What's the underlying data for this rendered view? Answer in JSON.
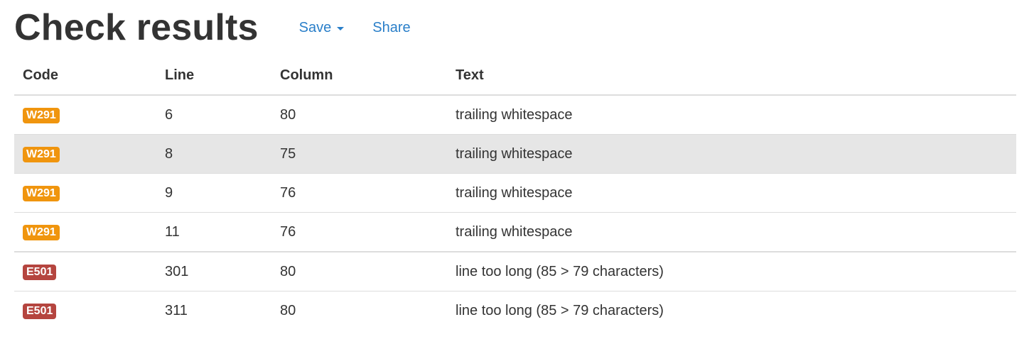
{
  "header": {
    "title": "Check results",
    "save_label": "Save",
    "share_label": "Share"
  },
  "colors": {
    "warning": "#f0950e",
    "error": "#b5453f",
    "link": "#2a7fc9",
    "highlight_row": "#e6e6e6"
  },
  "table": {
    "columns": [
      "Code",
      "Line",
      "Column",
      "Text"
    ],
    "rows": [
      {
        "code": "W291",
        "severity": "warning",
        "line": "6",
        "column": "80",
        "text": "trailing whitespace"
      },
      {
        "code": "W291",
        "severity": "warning",
        "line": "8",
        "column": "75",
        "text": "trailing whitespace"
      },
      {
        "code": "W291",
        "severity": "warning",
        "line": "9",
        "column": "76",
        "text": "trailing whitespace"
      },
      {
        "code": "W291",
        "severity": "warning",
        "line": "11",
        "column": "76",
        "text": "trailing whitespace"
      },
      {
        "code": "E501",
        "severity": "error",
        "line": "301",
        "column": "80",
        "text": "line too long (85 > 79 characters)"
      },
      {
        "code": "E501",
        "severity": "error",
        "line": "311",
        "column": "80",
        "text": "line too long (85 > 79 characters)"
      }
    ]
  }
}
